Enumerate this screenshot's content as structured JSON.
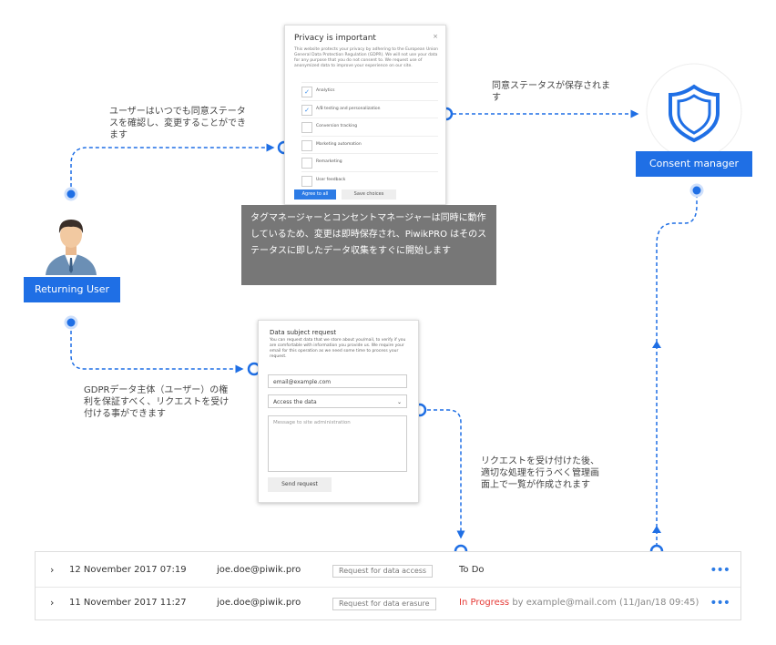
{
  "privacy_modal": {
    "title": "Privacy is important",
    "close": "×",
    "intro": "This website protects your privacy by adhering to the European Union General Data Protection Regulation (GDPR). We will not use your data for any purpose that you do not consent to. We request use of anonymized data to improve your experience on our site.",
    "items": [
      {
        "label": "Analytics",
        "checked": true
      },
      {
        "label": "A/B testing and personalization",
        "checked": true
      },
      {
        "label": "Conversion tracking",
        "checked": false
      },
      {
        "label": "Marketing automation",
        "checked": false
      },
      {
        "label": "Remarketing",
        "checked": false
      },
      {
        "label": "User feedback",
        "checked": false
      }
    ],
    "agree_label": "Agree to all",
    "save_label": "Save choices"
  },
  "captions": {
    "user_check": "ユーザーはいつでも同意ステータスを確認し、変更することができます",
    "status_saved": "同意ステータスが保存されます",
    "gdpr_rights": "GDPRデータ主体（ユーザー）の権利を保証すべく、リクエストを受け付ける事ができます",
    "request_list": "リクエストを受け付けた後、適切な処理を行うべく管理画面上で一覧が作成されます"
  },
  "note": "タグマネージャーとコンセントマネージャーは同時に動作しているため、変更は即時保存され、PiwikPRO はそのステータスに即したデータ収集をすぐに開始します",
  "returning_user_label": "Returning User",
  "consent_manager_label": "Consent manager",
  "dsr_form": {
    "title": "Data subject request",
    "desc": "You can request data that we store about you/mail, to verify if you are comfortable with information you provide us. We require your email for this operation as we need some time to process your request.",
    "email_value": "email@example.com",
    "select_value": "Access the data",
    "message_placeholder": "Message to site administration",
    "send_label": "Send request"
  },
  "table": {
    "rows": [
      {
        "date": "12 November 2017 07:19",
        "email": "joe.doe@piwik.pro",
        "type": "Request for data access",
        "status": "To Do",
        "status_color": "#333333",
        "extra": ""
      },
      {
        "date": "11 November 2017 11:27",
        "email": "joe.doe@piwik.pro",
        "type": "Request for data erasure",
        "status": "In Progress",
        "status_color": "#e53935",
        "extra": " by example@mail.com (11/Jan/18 09:45)"
      }
    ],
    "more_label": "•••"
  },
  "colors": {
    "accent": "#1f6fe5"
  }
}
